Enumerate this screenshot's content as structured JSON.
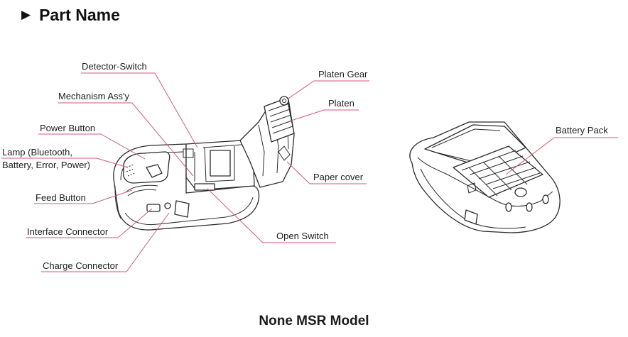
{
  "header": {
    "bullet_glyph": "▶",
    "title": "Part Name"
  },
  "diagram": {
    "labels": {
      "detector_switch": "Detector-Switch",
      "mechanism_assy": "Mechanism Ass'y",
      "power_button": "Power Button",
      "lamp_line1": "Lamp (Bluetooth,",
      "lamp_line2": "Battery, Error, Power)",
      "feed_button": "Feed Button",
      "interface_connector": "Interface Connector",
      "charge_connector": "Charge Connector",
      "platen_gear": "Platen Gear",
      "platen": "Platen",
      "paper_cover": "Paper cover",
      "open_switch": "Open Switch",
      "battery_pack": "Battery Pack"
    },
    "leader_color": "#d25a74"
  },
  "caption": "None MSR Model"
}
